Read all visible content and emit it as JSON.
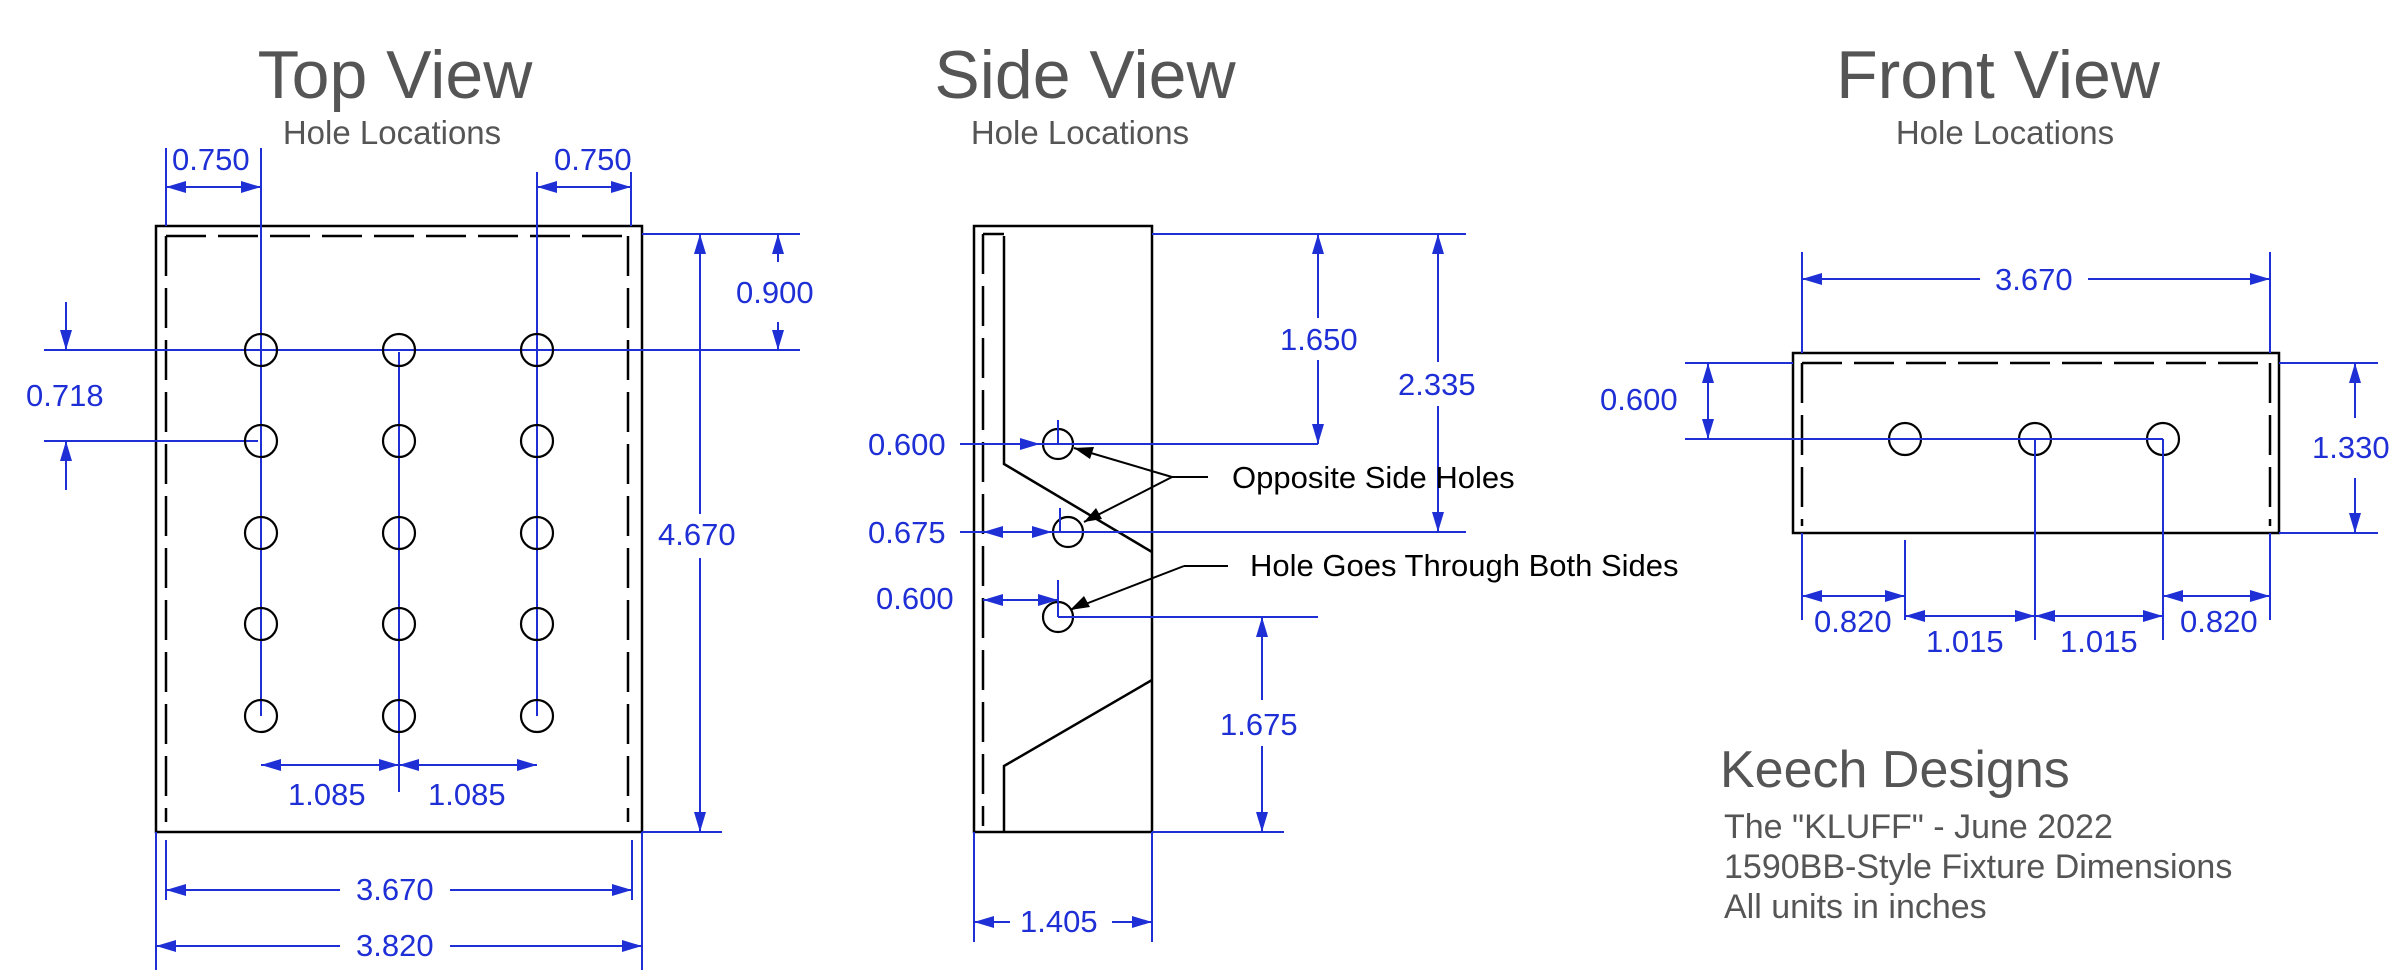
{
  "top_view": {
    "title": "Top View",
    "subtitle": "Hole Locations",
    "dims": {
      "left_edge": "0.750",
      "right_edge": "0.750",
      "top_row": "0.900",
      "row_spacing": "0.718",
      "height": "4.670",
      "col_spacing_1": "1.085",
      "col_spacing_2": "1.085",
      "inner_width": "3.670",
      "outer_width": "3.820"
    }
  },
  "side_view": {
    "title": "Side View",
    "subtitle": "Hole Locations",
    "dims": {
      "upper": "1.650",
      "middle": "2.335",
      "bottom": "1.675",
      "hole1_offset": "0.600",
      "hole2_offset": "0.675",
      "hole3_offset": "0.600",
      "width": "1.405"
    },
    "callouts": {
      "opposite": "Opposite Side Holes",
      "through": "Hole Goes Through Both Sides"
    }
  },
  "front_view": {
    "title": "Front View",
    "subtitle": "Hole Locations",
    "dims": {
      "width": "3.670",
      "hole_height": "0.600",
      "height": "1.330",
      "left_edge": "0.820",
      "spacing_1": "1.015",
      "spacing_2": "1.015",
      "right_edge": "0.820"
    }
  },
  "info": {
    "company": "Keech Designs",
    "line1": "The \"KLUFF\" - June 2022",
    "line2": "1590BB-Style Fixture Dimensions",
    "line3": "All units in inches"
  }
}
